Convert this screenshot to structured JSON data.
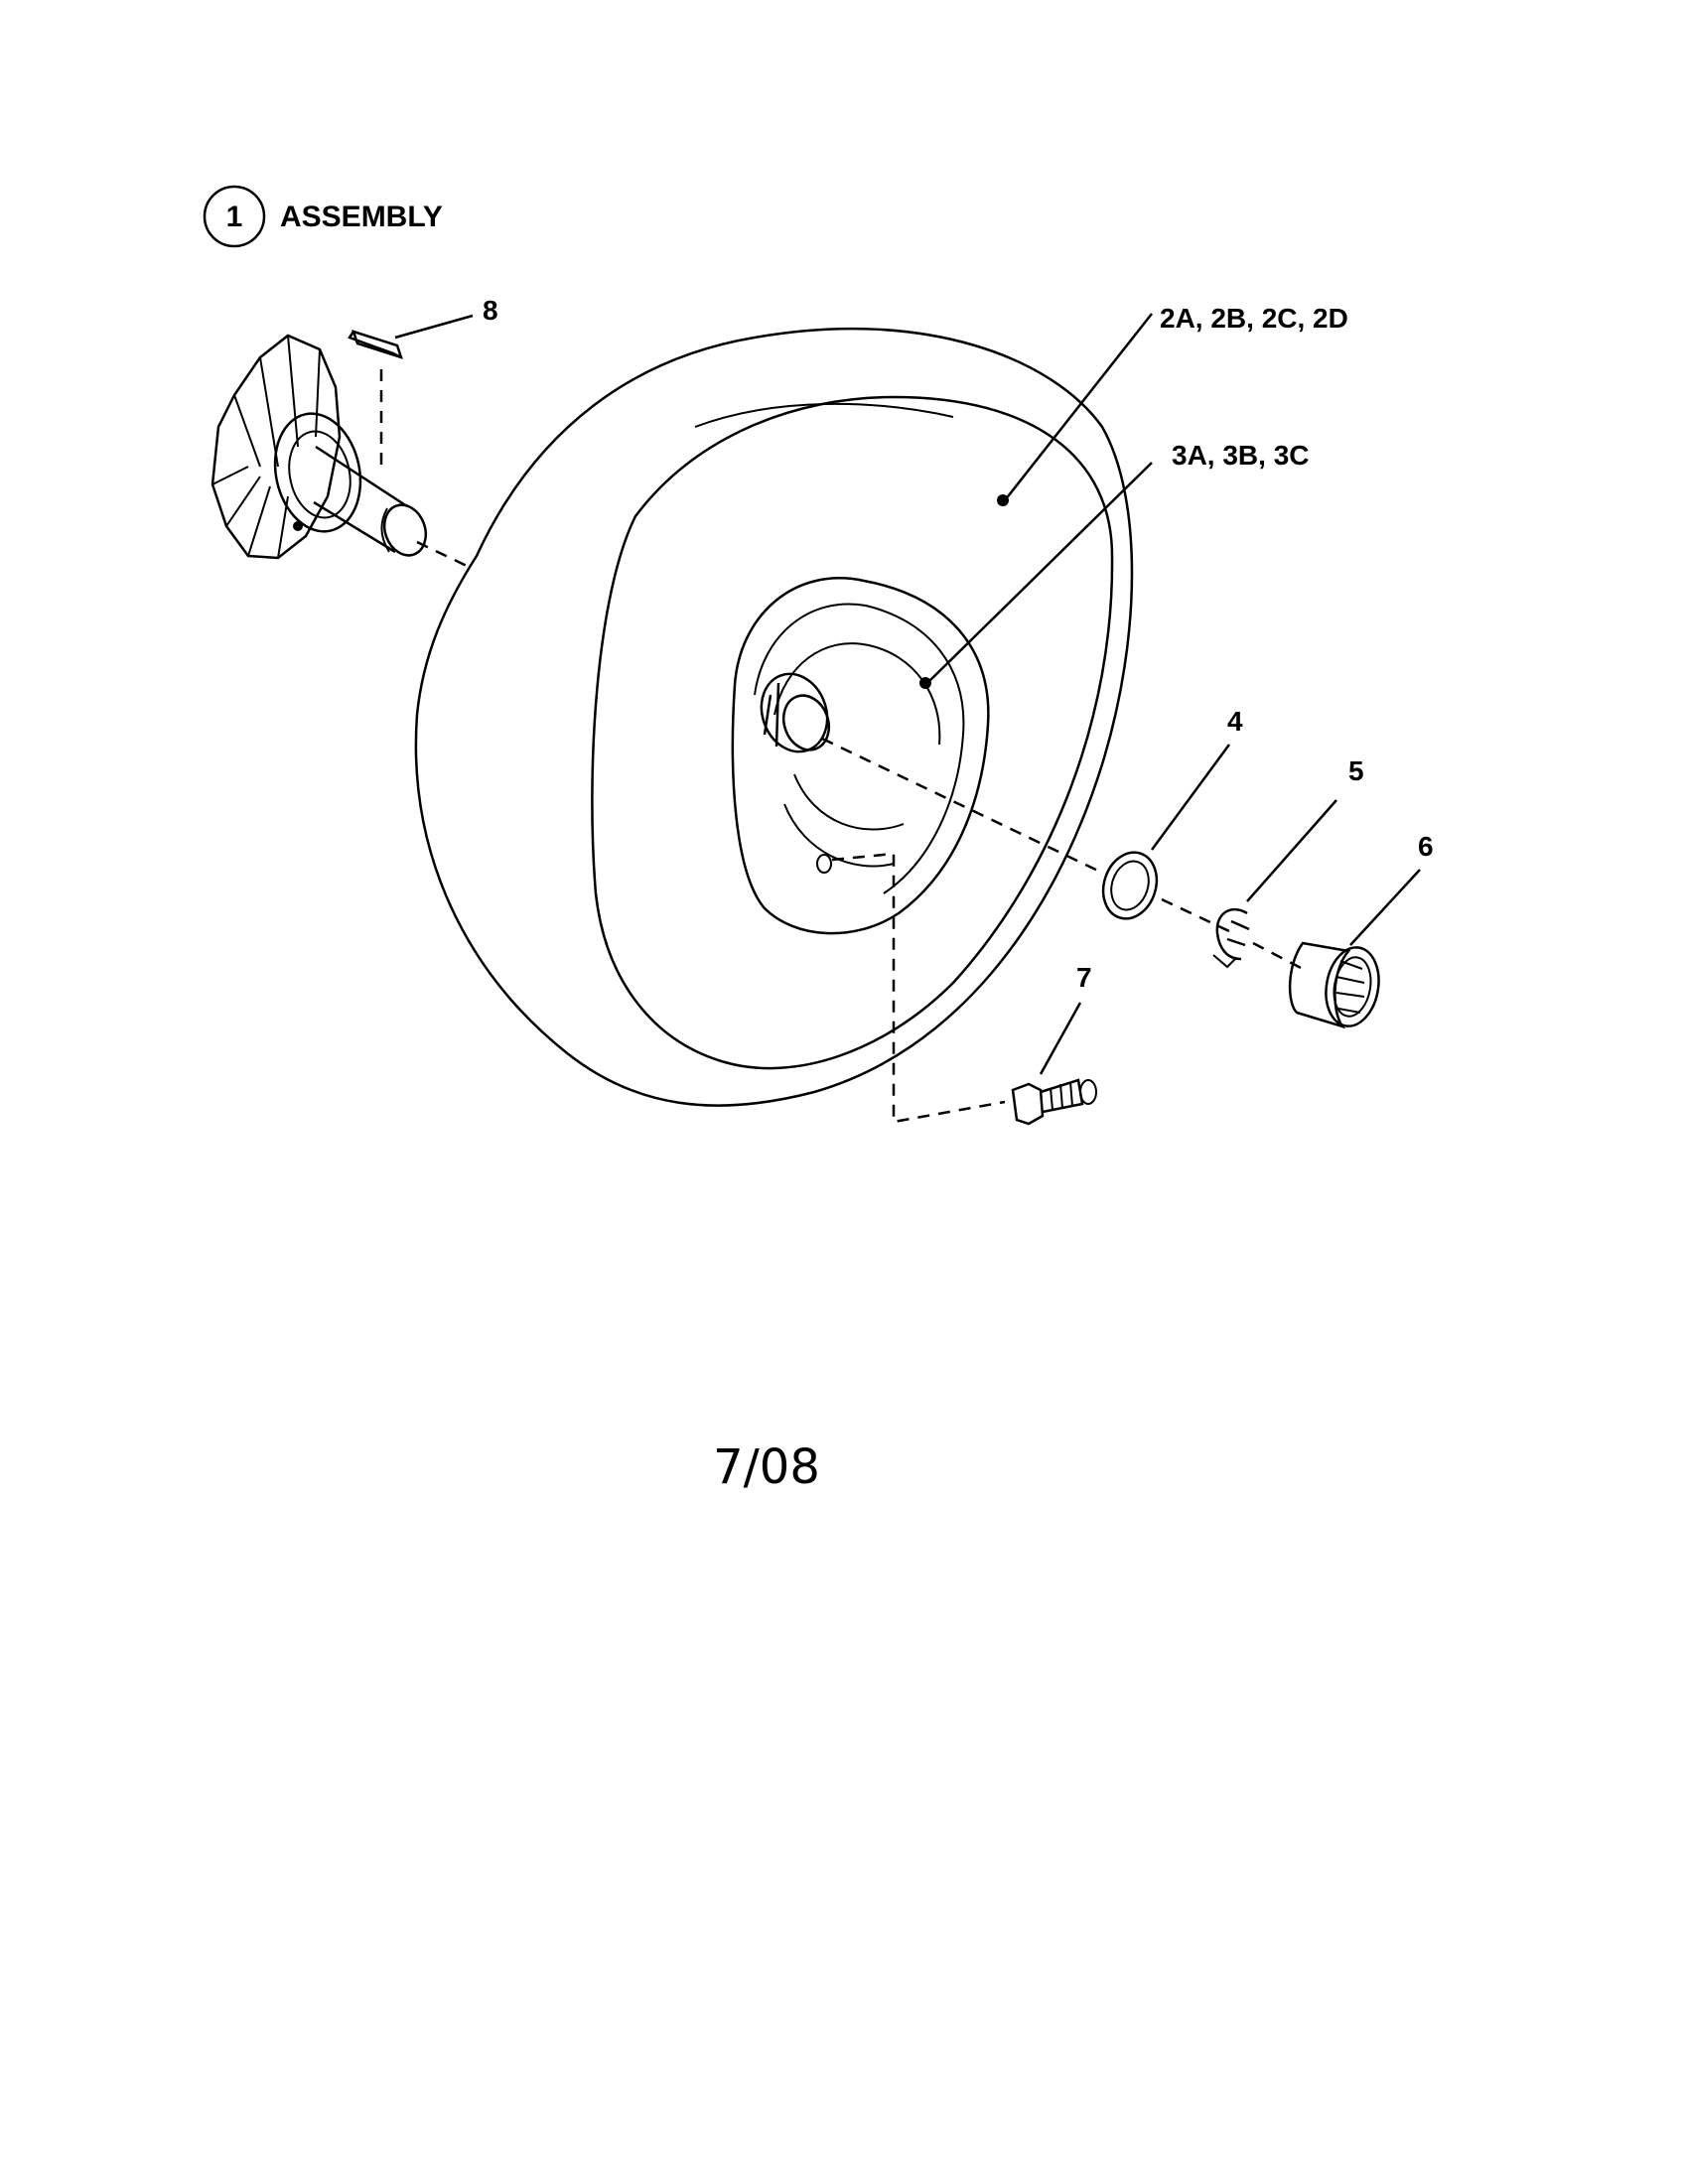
{
  "header": {
    "item_number": "1",
    "title": "ASSEMBLY"
  },
  "callouts": {
    "c8": "8",
    "c2": "2A, 2B, 2C, 2D",
    "c3": "3A, 3B, 3C",
    "c4": "4",
    "c5": "5",
    "c6": "6",
    "c7": "7"
  },
  "footer": {
    "date": "7/08"
  }
}
